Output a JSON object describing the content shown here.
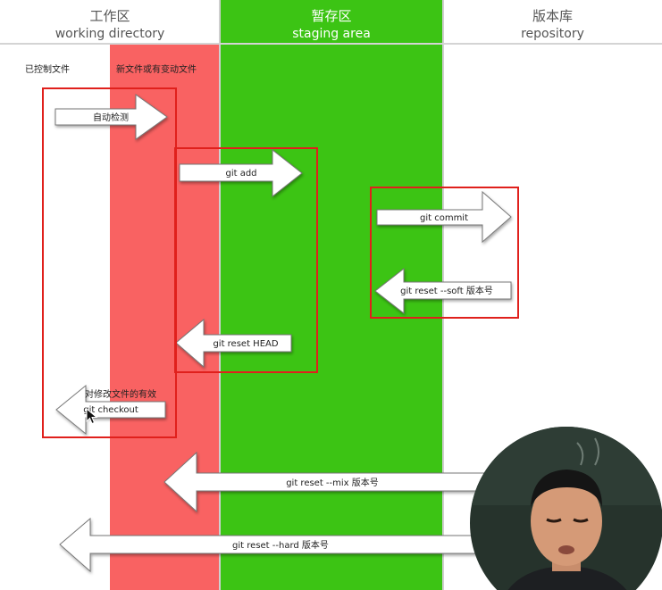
{
  "columns": {
    "working": {
      "zh": "工作区",
      "en": "working directory"
    },
    "staging": {
      "zh": "暂存区",
      "en": "staging area"
    },
    "repo": {
      "zh": "版本库",
      "en": "repository"
    }
  },
  "labels": {
    "tracked": "已控制文件",
    "new_changed": "新文件或有变动文件",
    "checkout_note": "对修改文件的有效"
  },
  "arrows": {
    "auto_detect": "自动检测",
    "git_add": "git add",
    "git_commit": "git commit",
    "reset_soft": "git reset --soft 版本号",
    "reset_head": "git reset HEAD",
    "checkout": "git checkout",
    "reset_mix": "git reset --mix 版本号",
    "reset_hard": "git reset --hard 版本号"
  },
  "colors": {
    "red_band": "#f96262",
    "green_band": "#3cc414",
    "highlight_box": "#e0201c"
  }
}
